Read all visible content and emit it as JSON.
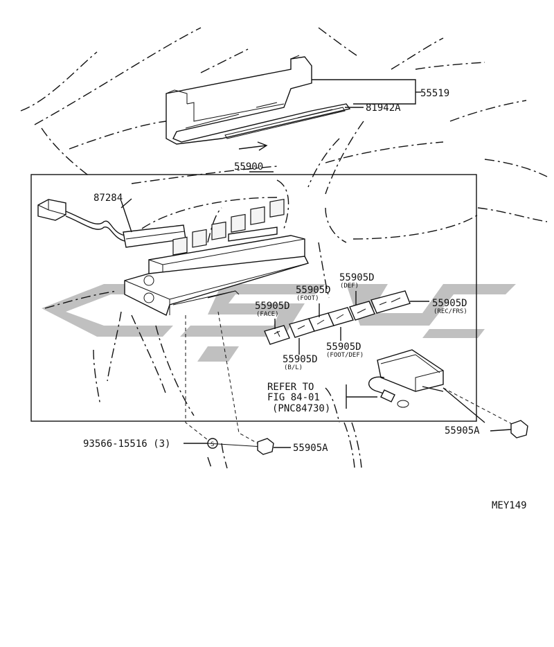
{
  "labels": {
    "p55519": "55519",
    "p81942a": "81942A",
    "p55900": "55900",
    "p87284": "87284",
    "p55905d_face": "55905D",
    "face_note": "(FACE)",
    "p55905d_foot": "55905D",
    "foot_note": "(FOOT)",
    "p55905d_def": "55905D",
    "def_note": "(DEF)",
    "p55905d_recfrs": "55905D",
    "recfrs_note": "(REC/FRS)",
    "p55905d_footdef": "55905D",
    "footdef_note": "(FOOT/DEF)",
    "p55905d_bl": "55905D",
    "bl_note": "(B/L)",
    "refer_line1": "REFER TO",
    "refer_line2": "FIG 84-01",
    "refer_line3": "(PNC84730)",
    "p55905a_right": "55905A",
    "p93566": "93566-15516 (3)",
    "screw_symbol": "S",
    "p55905a_bottom": "55905A",
    "diagram_code": "MEY149"
  },
  "colors": {
    "line": "#111111",
    "watermark": "#8c8c8c",
    "background": "#ffffff"
  }
}
